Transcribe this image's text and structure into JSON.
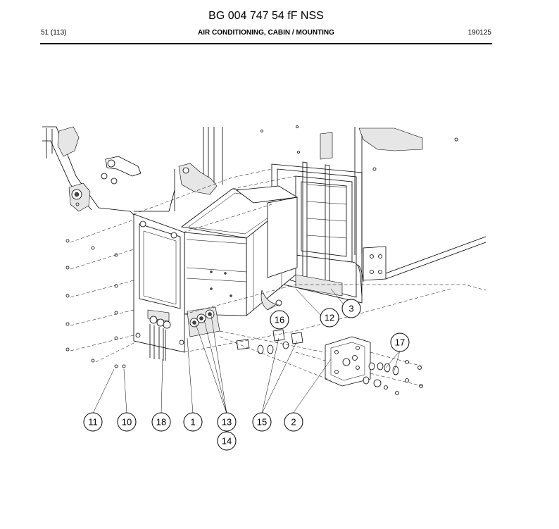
{
  "header": {
    "doc_title": "BG 004 747 54 fF NSS",
    "page": "51 (113)",
    "section": "AIR CONDITIONING, CABIN / MOUNTING",
    "date": "190125"
  },
  "callouts": [
    "11",
    "10",
    "18",
    "1",
    "13",
    "14",
    "15",
    "2",
    "16",
    "12",
    "3",
    "17"
  ]
}
